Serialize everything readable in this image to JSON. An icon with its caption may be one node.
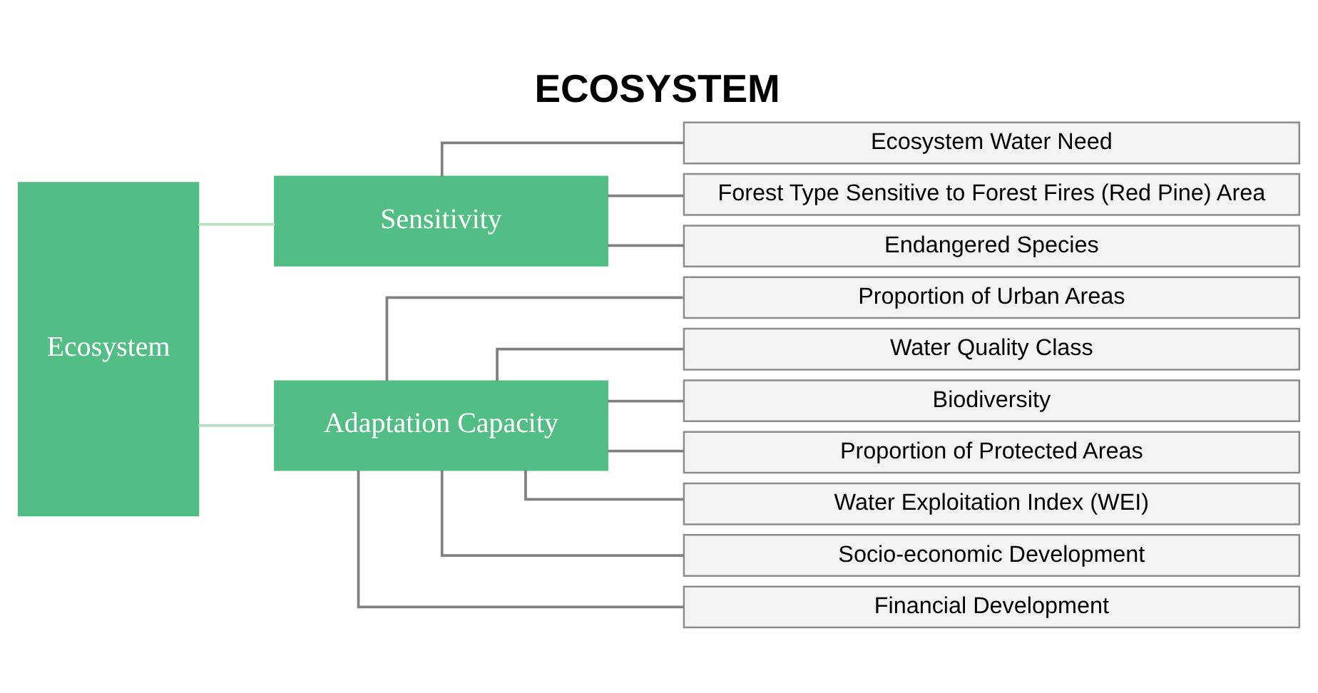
{
  "diagram": {
    "title": "ECOSYSTEM",
    "nodes": [
      {
        "text": [
          "Ecosystem"
        ]
      },
      {
        "text": [
          "Sensitivity"
        ]
      },
      {
        "text": [
          "Adaptation Capacity"
        ]
      },
      {
        "text": [
          "Ecosystem Water Need"
        ]
      },
      {
        "text": [
          "Forest Type Sensitive to Forest Fires (Red Pine) Area"
        ]
      },
      {
        "text": [
          "Endangered Species"
        ]
      },
      {
        "text": [
          "Proportion of Urban Areas"
        ]
      },
      {
        "text": [
          "Water Quality Class"
        ]
      },
      {
        "text": [
          "Biodiversity"
        ]
      },
      {
        "text": [
          "Proportion of Protected Areas"
        ]
      },
      {
        "text": [
          "Water Exploitation Index (WEI)"
        ]
      },
      {
        "text": [
          "Socio-economic Development"
        ]
      },
      {
        "text": [
          "Financial Development"
        ]
      }
    ],
    "edges": [
      {
        "from": 0,
        "to": 1,
        "arrow": "none",
        "color": "#b5dfbf"
      },
      {
        "from": 0,
        "to": 2,
        "arrow": "none",
        "color": "#b5dfbf"
      },
      {
        "from": 1,
        "to": 3,
        "arrow": "none"
      },
      {
        "from": 1,
        "to": 4,
        "arrow": "none"
      },
      {
        "from": 1,
        "to": 5,
        "arrow": "none"
      },
      {
        "from": 2,
        "to": 6,
        "arrow": "none"
      },
      {
        "from": 2,
        "to": 7,
        "arrow": "none"
      },
      {
        "from": 2,
        "to": 8,
        "arrow": "none"
      },
      {
        "from": 2,
        "to": 9,
        "arrow": "none"
      },
      {
        "from": 2,
        "to": 10,
        "arrow": "none"
      },
      {
        "from": 2,
        "to": 11,
        "arrow": "none"
      },
      {
        "from": 2,
        "to": 12,
        "arrow": "none"
      }
    ]
  }
}
